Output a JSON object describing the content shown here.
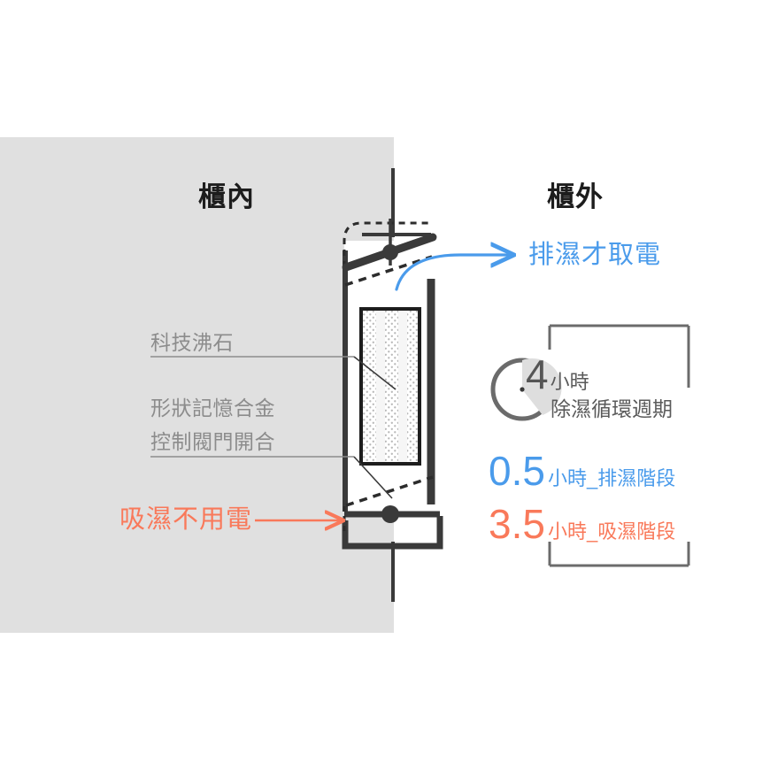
{
  "diagram": {
    "title_inside": "櫃內",
    "title_outside": "櫃外",
    "colors": {
      "panel_gray": "#e0e0e0",
      "outline_dark": "#3a3a3a",
      "leader_gray": "#8c8c8c",
      "accent_blue": "#4a9beb",
      "accent_orange": "#f9795a",
      "bracket_gray": "#6b6b6b"
    }
  },
  "callouts": {
    "zeolite": "科技沸石",
    "sma_line1": "形狀記憶合金",
    "sma_line2": "控制閥門開合",
    "absorb_no_power": "吸濕不用電",
    "exhaust_uses_power": "排濕才取電"
  },
  "cycle": {
    "total_value": "4",
    "total_unit": "小時",
    "total_caption": "除濕循環週期",
    "phases": [
      {
        "value": "0.5",
        "unit": "小時_排濕階段",
        "color": "#4a9beb",
        "name": "exhaust-phase"
      },
      {
        "value": "3.5",
        "unit": "小時_吸濕階段",
        "color": "#f9795a",
        "name": "absorb-phase"
      }
    ]
  },
  "icons": {
    "clock": "pie-clock-icon",
    "arrow_blue": "curved-arrow-icon",
    "arrow_orange": "straight-arrow-icon"
  }
}
